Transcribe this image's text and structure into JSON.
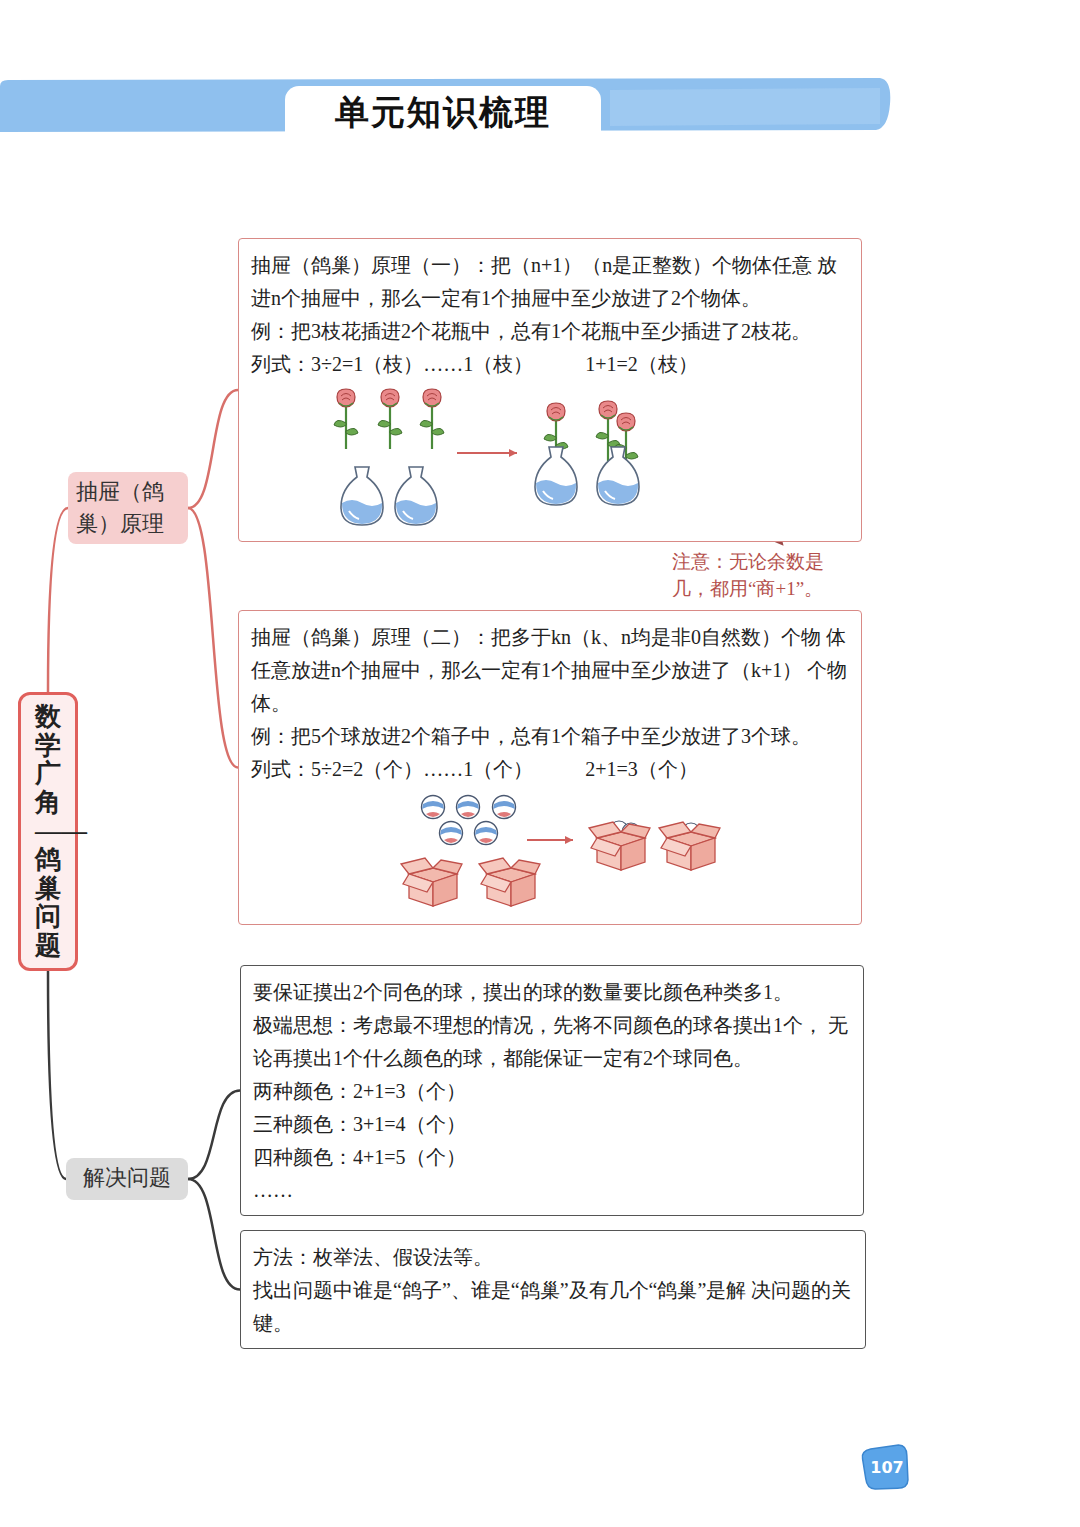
{
  "diagram": {
    "title": "单元知识梳理",
    "nodes": [
      {
        "text": [
          "数学广角——鸽巢问题"
        ]
      },
      {
        "text": [
          "抽屉（鸽巢）原理"
        ]
      },
      {
        "text": [
          "抽屉（鸽巢）原理（一）：把（n+1）（n是正整数）个物体任意 放进n个抽屉中，那么一定有1个抽屉中至少放进了2个物体。",
          "例：把3枝花插进2个花瓶中，总有1个花瓶中至少插进了2枝花。",
          "列式：3÷2=1（枝）……1（枝）",
          "1+1=2（枝）"
        ]
      },
      {
        "text": [
          "抽屉（鸽巢）原理（二）：把多于kn（k、n均是非0自然数）个物 体任意放进n个抽屉中，那么一定有1个抽屉中至少放进了（k+1） 个物体。",
          "例：把5个球放进2个箱子中，总有1个箱子中至少放进了3个球。",
          "列式：5÷2=2（个）……1（个）",
          "2+1=3（个）"
        ]
      },
      {
        "text": [
          "解决问题"
        ]
      },
      {
        "text": [
          "要保证摸出2个同色的球，摸出的球的数量要比颜色种类多1。",
          "极端思想：考虑最不理想的情况，先将不同颜色的球各摸出1个， 无论再摸出1个什么颜色的球，都能保证一定有2个球同色。",
          "两种颜色：2+1=3（个）",
          "三种颜色：3+1=4（个）",
          "四种颜色：4+1=5（个）",
          "……"
        ]
      },
      {
        "text": [
          "方法：枚举法、假设法等。",
          "找出问题中谁是“鸽子”、谁是“鸽巢”及有几个“鸽巢”是解 决问题的关键。"
        ]
      }
    ],
    "edges": [
      {
        "from": 0,
        "to": 1,
        "arrow": "none"
      },
      {
        "from": 1,
        "to": 2,
        "arrow": "none"
      },
      {
        "from": 1,
        "to": 3,
        "arrow": "none"
      },
      {
        "from": 0,
        "to": 4,
        "arrow": "none"
      },
      {
        "from": 4,
        "to": 5,
        "arrow": "none"
      },
      {
        "from": 4,
        "to": 6,
        "arrow": "none"
      }
    ],
    "labels": [
      "注意：无论余数是 几，都用“商+1”。",
      "107"
    ]
  }
}
